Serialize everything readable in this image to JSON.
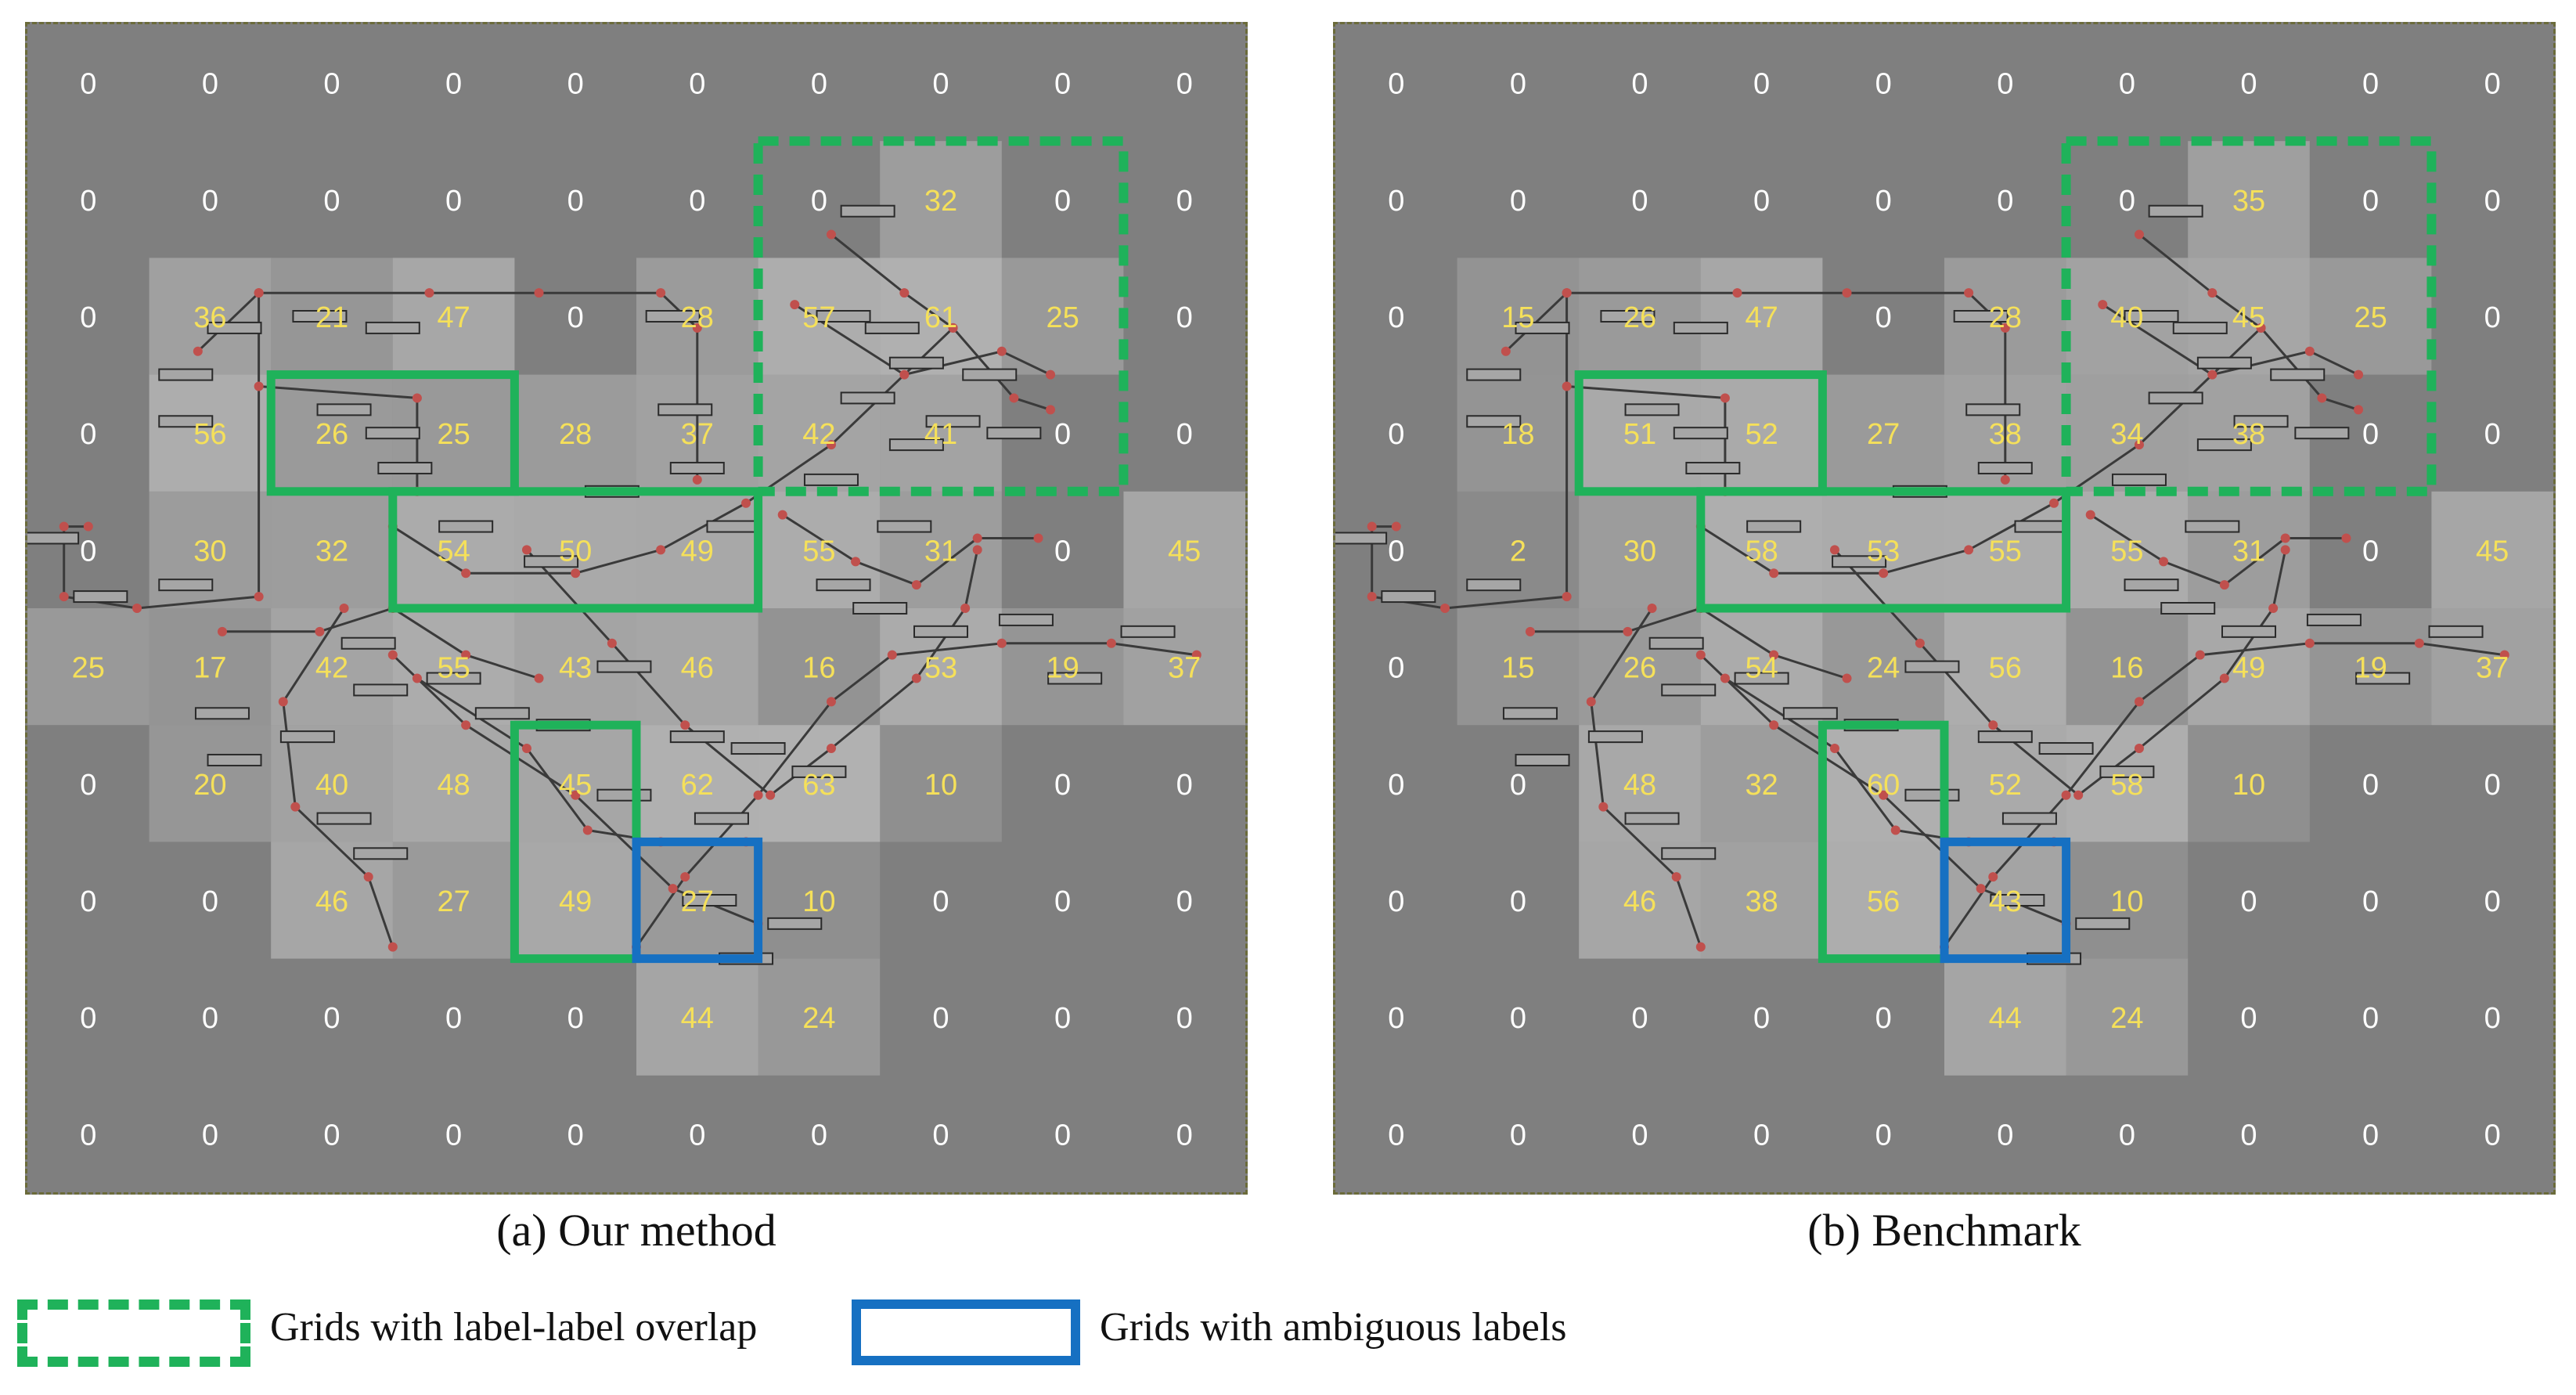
{
  "panels": [
    {
      "caption": "(a) Our method",
      "grid": [
        [
          0,
          0,
          0,
          0,
          0,
          0,
          0,
          0,
          0,
          0
        ],
        [
          0,
          0,
          0,
          0,
          0,
          0,
          0,
          32,
          0,
          0
        ],
        [
          0,
          36,
          21,
          47,
          0,
          28,
          57,
          61,
          25,
          0
        ],
        [
          0,
          56,
          26,
          25,
          28,
          37,
          42,
          41,
          0,
          0
        ],
        [
          0,
          30,
          32,
          54,
          50,
          49,
          55,
          31,
          0,
          45
        ],
        [
          25,
          17,
          42,
          55,
          43,
          46,
          16,
          53,
          19,
          37
        ],
        [
          0,
          20,
          40,
          48,
          45,
          62,
          63,
          10,
          0,
          0
        ],
        [
          0,
          0,
          46,
          27,
          49,
          27,
          10,
          0,
          0,
          0
        ],
        [
          0,
          0,
          0,
          0,
          0,
          44,
          24,
          0,
          0,
          0
        ],
        [
          0,
          0,
          0,
          0,
          0,
          0,
          0,
          0,
          0,
          0
        ]
      ]
    },
    {
      "caption": "(b) Benchmark",
      "grid": [
        [
          0,
          0,
          0,
          0,
          0,
          0,
          0,
          0,
          0,
          0
        ],
        [
          0,
          0,
          0,
          0,
          0,
          0,
          0,
          35,
          0,
          0
        ],
        [
          0,
          15,
          26,
          47,
          0,
          28,
          40,
          45,
          25,
          0
        ],
        [
          0,
          18,
          51,
          52,
          27,
          38,
          34,
          38,
          0,
          0
        ],
        [
          0,
          2,
          30,
          58,
          53,
          55,
          55,
          31,
          0,
          45
        ],
        [
          0,
          15,
          26,
          54,
          24,
          56,
          16,
          49,
          19,
          37
        ],
        [
          0,
          0,
          48,
          32,
          60,
          52,
          58,
          10,
          0,
          0
        ],
        [
          0,
          0,
          46,
          38,
          56,
          43,
          10,
          0,
          0,
          0
        ],
        [
          0,
          0,
          0,
          0,
          0,
          44,
          24,
          0,
          0,
          0
        ],
        [
          0,
          0,
          0,
          0,
          0,
          0,
          0,
          0,
          0,
          0
        ]
      ]
    }
  ],
  "legend": {
    "overlap_label": "Grids with label-label overlap",
    "ambiguous_label": "Grids with ambiguous labels"
  },
  "colors": {
    "background": "#7f7f7f",
    "overlap_box": "#1fb25a",
    "ambiguous_box": "#1670c2",
    "nonzero_text": "#f5e05a",
    "zero_text": "#ffffff",
    "station": "#c0504d",
    "line": "#3a3a3a"
  }
}
